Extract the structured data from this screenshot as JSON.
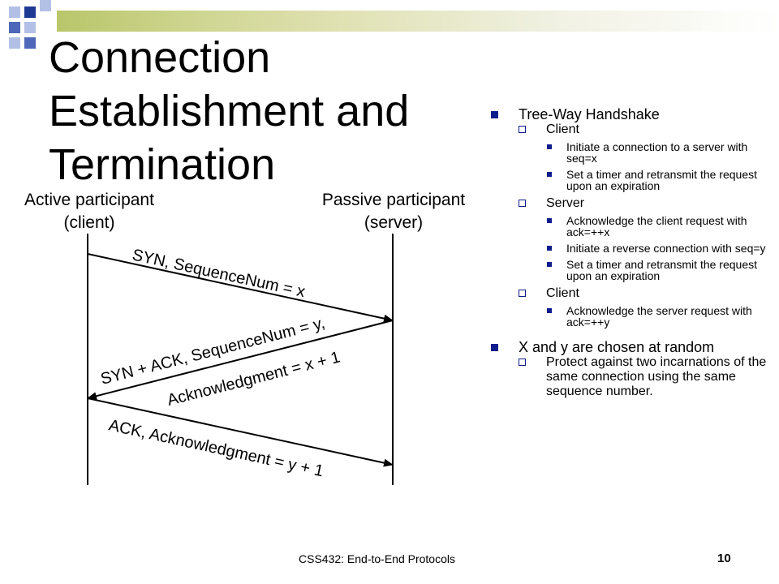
{
  "title": "Connection Establishment and Termination",
  "participants": {
    "active": [
      "Active participant",
      "(client)"
    ],
    "passive": [
      "Passive participant",
      "(server)"
    ]
  },
  "messages": {
    "syn": "SYN, SequenceNum = x",
    "synack_1": "SYN + ACK, SequenceNum = y,",
    "synack_2": "Acknowledgment = x + 1",
    "ack": "ACK, Acknowledgment = y + 1"
  },
  "bullets": [
    {
      "text": "Tree-Way Handshake",
      "children": [
        {
          "text": "Client",
          "children": [
            "Initiate a connection to a server with seq=x",
            "Set a timer and retransmit the request upon an expiration"
          ]
        },
        {
          "text": "Server",
          "children": [
            "Acknowledge the client request with ack=++x",
            "Initiate a reverse connection with seq=y",
            "Set a timer and retransmit the request upon an expiration"
          ]
        },
        {
          "text": "Client",
          "children": [
            "Acknowledge the server request with ack=++y"
          ]
        }
      ]
    },
    {
      "text": "X and y are chosen at random",
      "children": [
        {
          "text": "Protect against two incarnations of the same connection using the same sequence number.",
          "children": []
        }
      ]
    }
  ],
  "footer": {
    "text": "CSS432: End-to-End Protocols",
    "page": "10"
  },
  "colors": {
    "bullet": "#0f1d8c",
    "deco_dark": "#1f3a93",
    "deco_mid": "#4f67b9",
    "deco_light": "#b3c0e6"
  }
}
